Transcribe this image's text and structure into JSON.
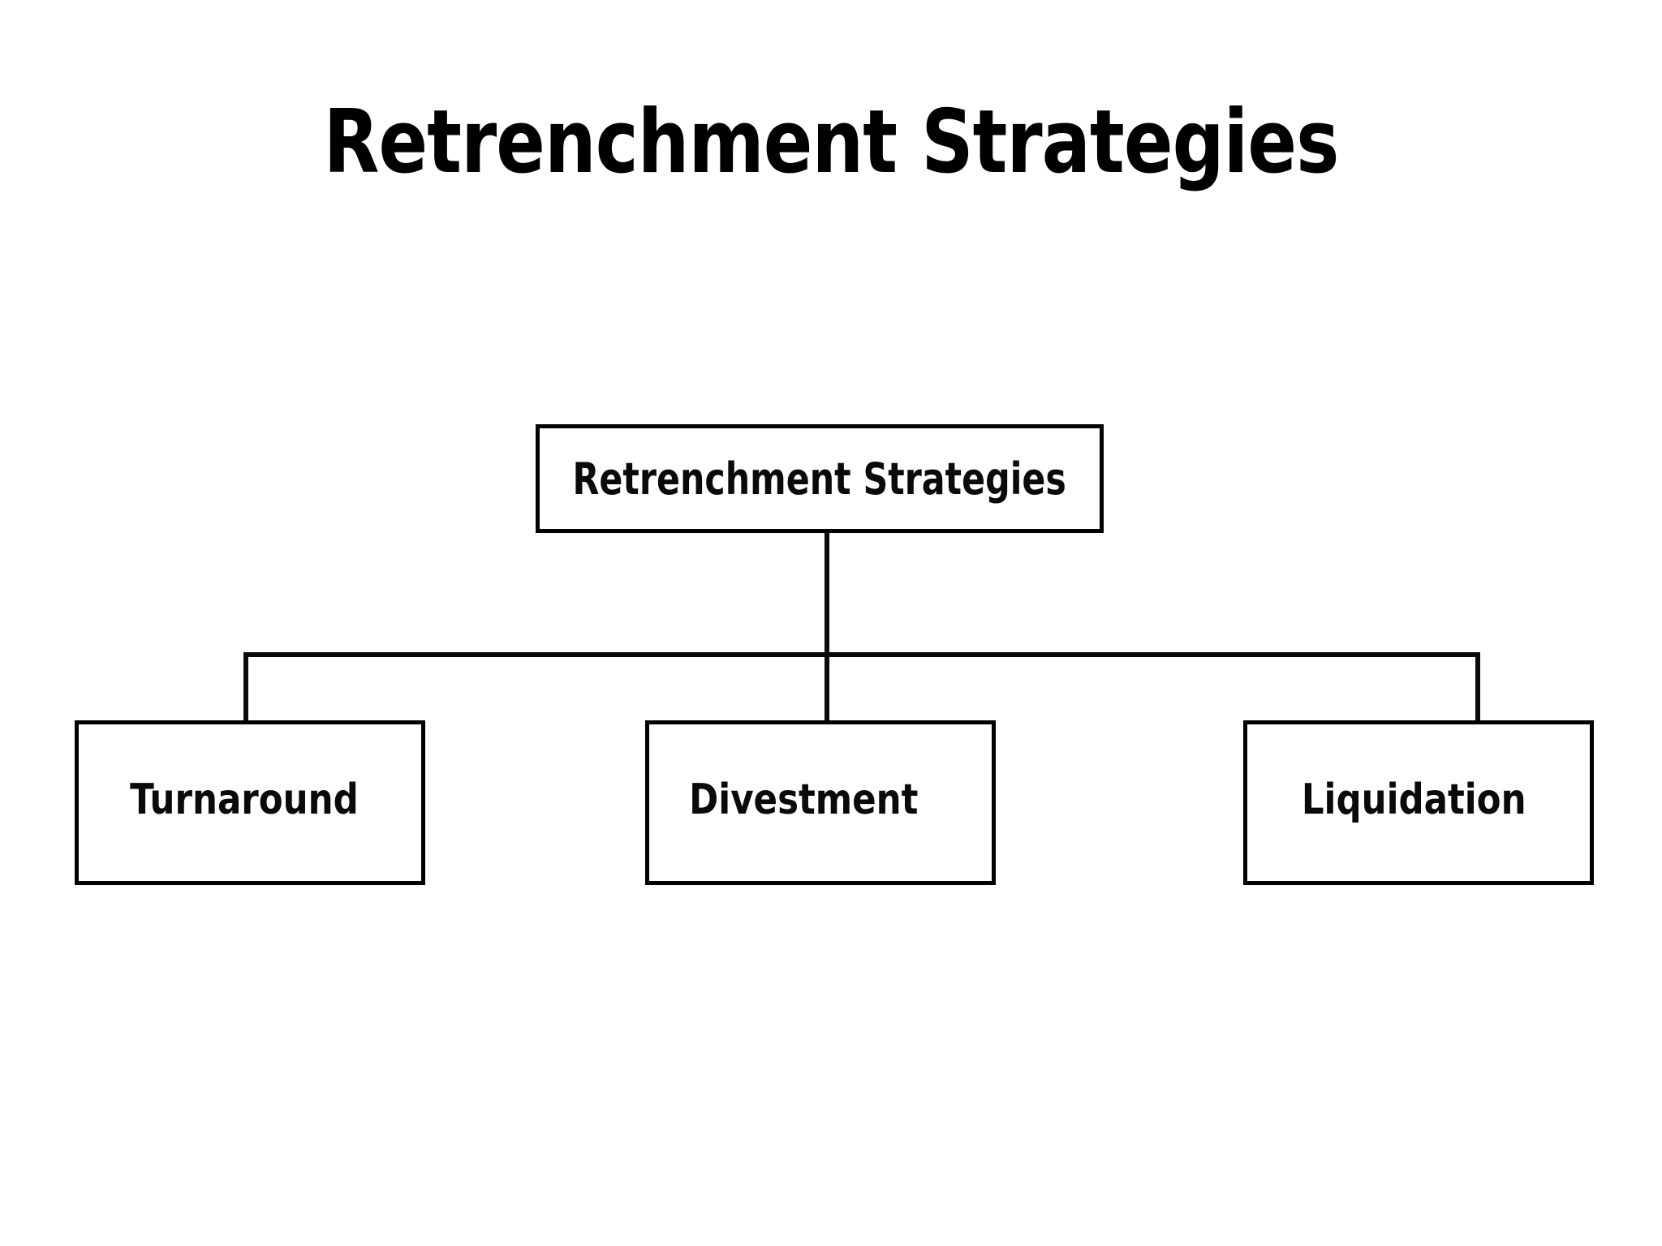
{
  "slide": {
    "title": "Retrenchment Strategies",
    "background_color": "#ffffff",
    "text_color": "#000000",
    "line_color": "#0b0b0b"
  },
  "diagram": {
    "type": "org-chart",
    "root": {
      "label": "Retrenchment Strategies"
    },
    "children": [
      {
        "label": "Turnaround"
      },
      {
        "label": "Divestment"
      },
      {
        "label": "Liquidation"
      }
    ]
  }
}
